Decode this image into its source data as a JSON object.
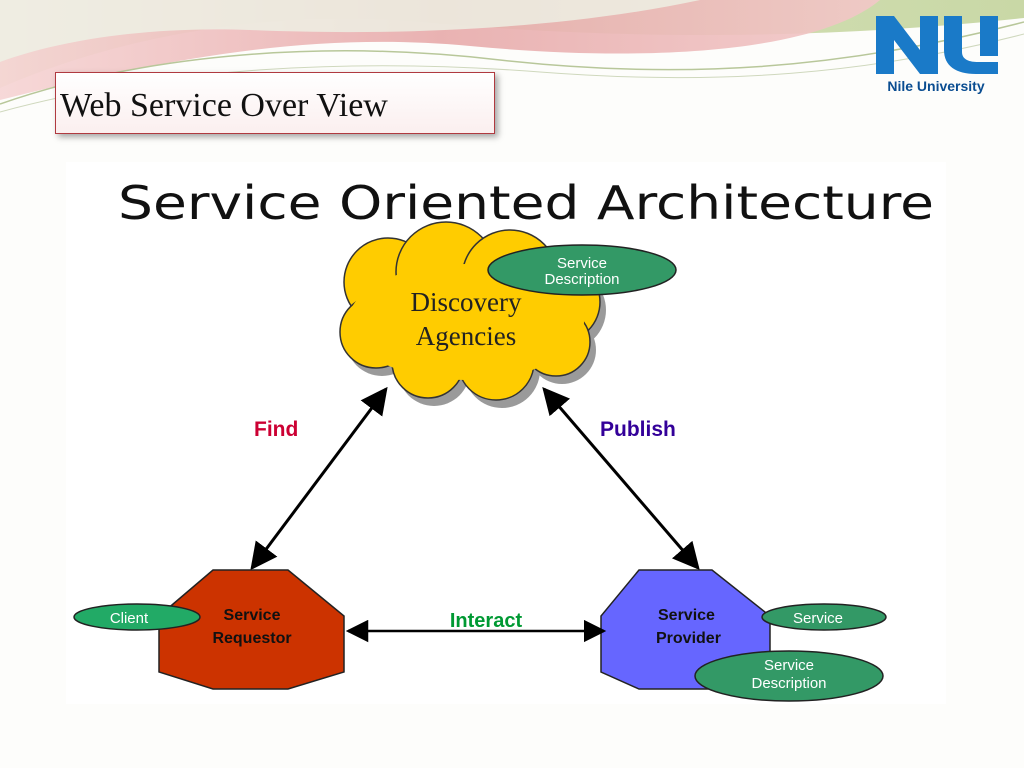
{
  "slide": {
    "title": "Web Service Over View",
    "logo": {
      "text": "Nile University",
      "colors": {
        "primary": "#1a7ac8",
        "caption": "#0a4d91"
      }
    }
  },
  "diagram": {
    "heading": "Service Oriented Architecture",
    "nodes": {
      "discovery": {
        "lines": [
          "Discovery",
          "Agencies"
        ],
        "color": "#ffcc00"
      },
      "requestor": {
        "lines": [
          "Service",
          "Requestor"
        ],
        "color": "#cc3300"
      },
      "provider": {
        "lines": [
          "Service",
          "Provider"
        ],
        "color": "#6666ff"
      }
    },
    "tags": {
      "discovery_description": [
        "Service",
        "Description"
      ],
      "client": "Client",
      "service": "Service",
      "provider_description": [
        "Service",
        "Description"
      ],
      "color": "#339966"
    },
    "edges": {
      "find": {
        "label": "Find",
        "color": "#cc0033"
      },
      "publish": {
        "label": "Publish",
        "color": "#330099"
      },
      "interact": {
        "label": "Interact",
        "color": "#009933"
      }
    }
  }
}
